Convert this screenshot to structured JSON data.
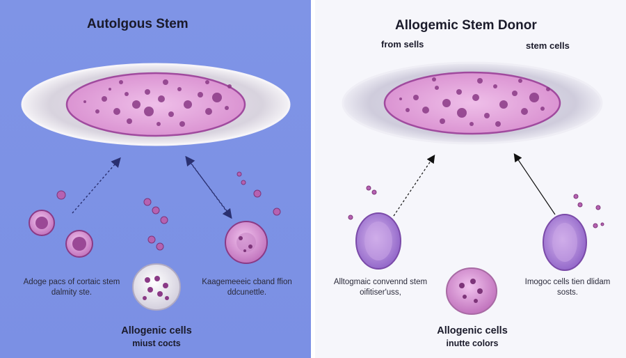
{
  "colors": {
    "left_background": "#7f94e6",
    "right_background": "#f6f6fb",
    "cell_purple": "#a04a9e",
    "cell_light": "#e7b6e4",
    "lavender_cell": "#a57fd2",
    "arrow_color": "#2a3070"
  },
  "left": {
    "title": "Autolgous Stem",
    "caption_left": "Adoge pacs of cortaic stem dalmity ste.",
    "caption_right": "Kaagemeeeic cband ffion ddcunettle.",
    "bottom_caption_line1": "Allogenic cells",
    "bottom_caption_line2": "miust cocts"
  },
  "right": {
    "title": "Allogemic Stem Donor",
    "subtitle_left": "from sells",
    "subtitle_right": "stem cells",
    "caption_left": "Alltogmaic convennd stem oifitiser'uss,",
    "caption_right": "Imogoc cells tien dlidam sosts.",
    "bottom_caption_line1": "Allogenic cells",
    "bottom_caption_line2": "inutte colors"
  }
}
